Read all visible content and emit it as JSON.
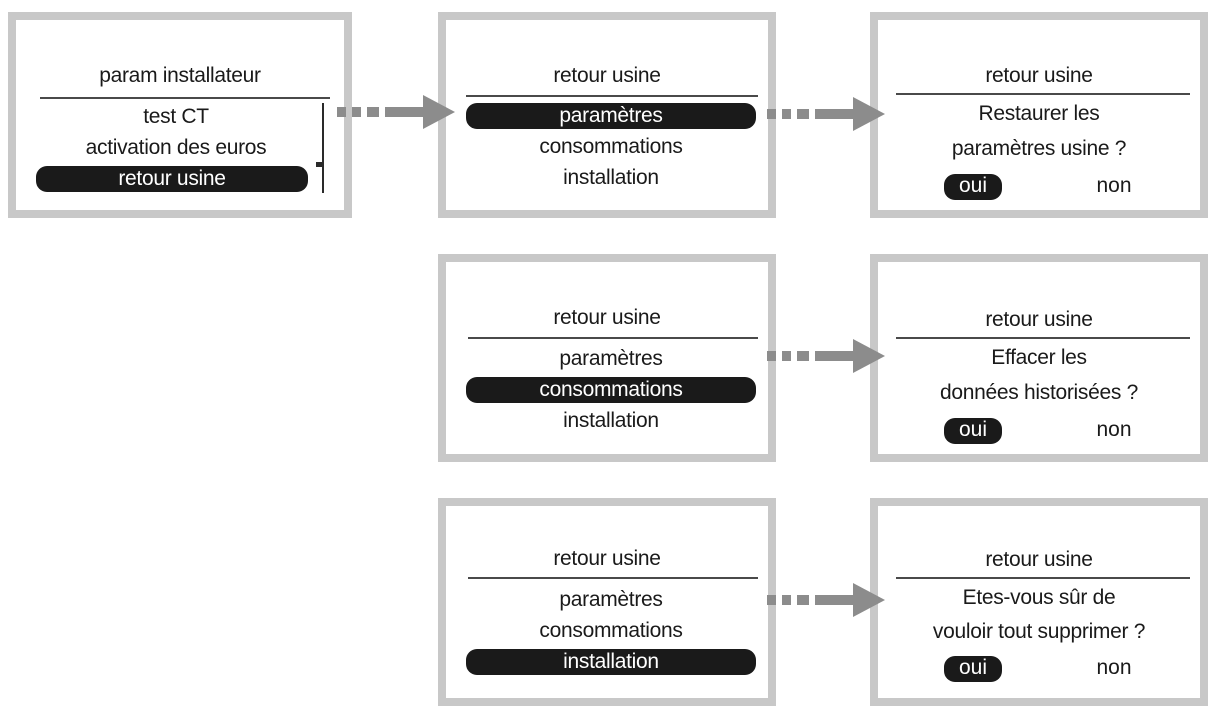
{
  "menu_installer": {
    "title": "param installateur",
    "items": [
      "test CT",
      "activation des euros",
      "retour usine"
    ]
  },
  "menu_reset_a": {
    "title": "retour usine",
    "items": [
      "paramètres",
      "consommations",
      "installation"
    ]
  },
  "menu_reset_b": {
    "title": "retour usine",
    "items": [
      "paramètres",
      "consommations",
      "installation"
    ]
  },
  "menu_reset_c": {
    "title": "retour usine",
    "items": [
      "paramètres",
      "consommations",
      "installation"
    ]
  },
  "confirm_params": {
    "title": "retour usine",
    "line1": "Restaurer les",
    "line2": "paramètres usine ?",
    "yes": "oui",
    "no": "non"
  },
  "confirm_consumption": {
    "title": "retour usine",
    "line1": "Effacer les",
    "line2": "données historisées ?",
    "yes": "oui",
    "no": "non"
  },
  "confirm_install": {
    "title": "retour usine",
    "line1": "Etes-vous sûr de",
    "line2": "vouloir tout supprimer ?",
    "yes": "oui",
    "no": "non"
  },
  "colors": {
    "frame": "#c8c8c8",
    "selection": "#1a1a1a",
    "arrow": "#8c8c8c"
  }
}
